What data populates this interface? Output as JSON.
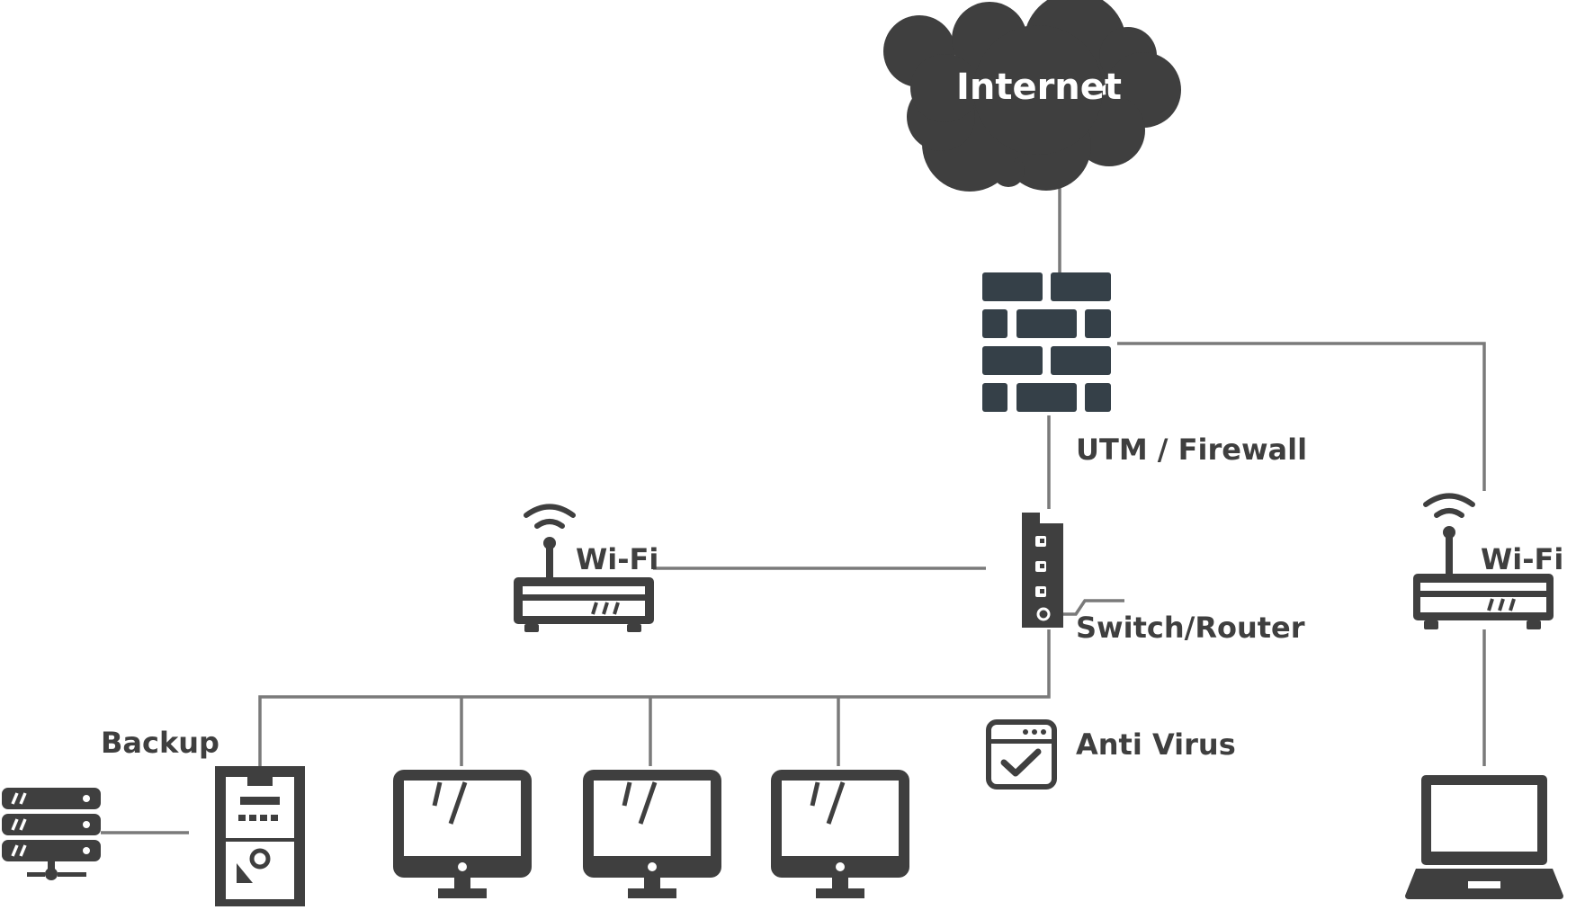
{
  "diagram": {
    "cloud_label": "Internet",
    "firewall_label": "UTM / Firewall",
    "switch_label": "Switch/Router",
    "wifi_left_label": "Wi-Fi",
    "wifi_right_label": "Wi-Fi",
    "backup_label": "Backup",
    "antivirus_label": "Anti Virus",
    "colors": {
      "device": "#3f3f3f",
      "firewall": "#354048",
      "wire": "#7a7a7a",
      "background": "#ffffff"
    },
    "icons": [
      "cloud-icon",
      "firewall-icon",
      "switch-router-icon",
      "wifi-router-icon",
      "server-rack-icon",
      "tower-pc-icon",
      "monitor-icon",
      "antivirus-icon",
      "laptop-icon"
    ]
  }
}
